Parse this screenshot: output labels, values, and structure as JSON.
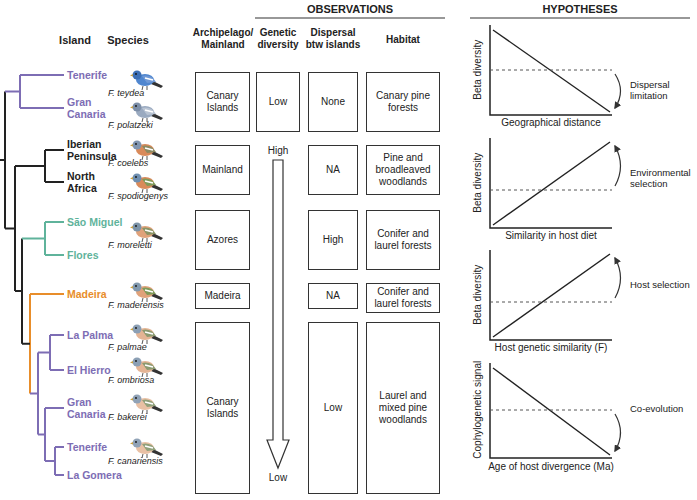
{
  "diagram": {
    "nodes": [
      {
        "text": [
          "Canary Islands"
        ]
      },
      {
        "text": [
          "Low"
        ]
      },
      {
        "text": [
          "None"
        ]
      },
      {
        "text": [
          "Canary pine forests"
        ]
      },
      {
        "text": [
          "Mainland"
        ]
      },
      {
        "text": [
          "NA"
        ]
      },
      {
        "text": [
          "Pine and broadleaved woodlands"
        ]
      },
      {
        "text": [
          "Azores"
        ]
      },
      {
        "text": [
          "High"
        ]
      },
      {
        "text": [
          "Conifer and laurel forests"
        ]
      },
      {
        "text": [
          "Madeira"
        ]
      },
      {
        "text": [
          "NA"
        ]
      },
      {
        "text": [
          "Conifer and laurel forests"
        ]
      },
      {
        "text": [
          "Canary Islands"
        ]
      },
      {
        "text": [
          "Low"
        ]
      },
      {
        "text": [
          "Laurel and mixed pine woodlands"
        ]
      }
    ],
    "labels": [
      "OBSERVATIONS",
      "HYPOTHESES",
      "Island",
      "Species",
      "Archipelago/ Mainland",
      "Genetic diversity",
      "Dispersal btw islands",
      "Habitat",
      "Tenerife",
      "Gran Canaria",
      "Iberian Peninsula",
      "North Africa",
      "São Miguel",
      "Flores",
      "Madeira",
      "La Palma",
      "El Hierro",
      "Gran Canaria",
      "Tenerife",
      "La Gomera",
      "F. teydea",
      "F. polatzeki",
      "F. coelebs",
      "F. spodiogenys",
      "F. moreletti",
      "F. maderensis",
      "F. palmae",
      "F. ombriosa",
      "F. bakerei",
      "F. canariensis",
      "High",
      "Low",
      "Beta diversity",
      "Beta diversity",
      "Beta diversity",
      "Cophylogenetic signal",
      "Geographical distance",
      "Similarity in host diet",
      "Host genetic similarity (F)",
      "Age of host divergence (Ma)",
      "Dispersal limitation",
      "Environmental selection",
      "Host selection",
      "Co-evolution"
    ]
  }
}
